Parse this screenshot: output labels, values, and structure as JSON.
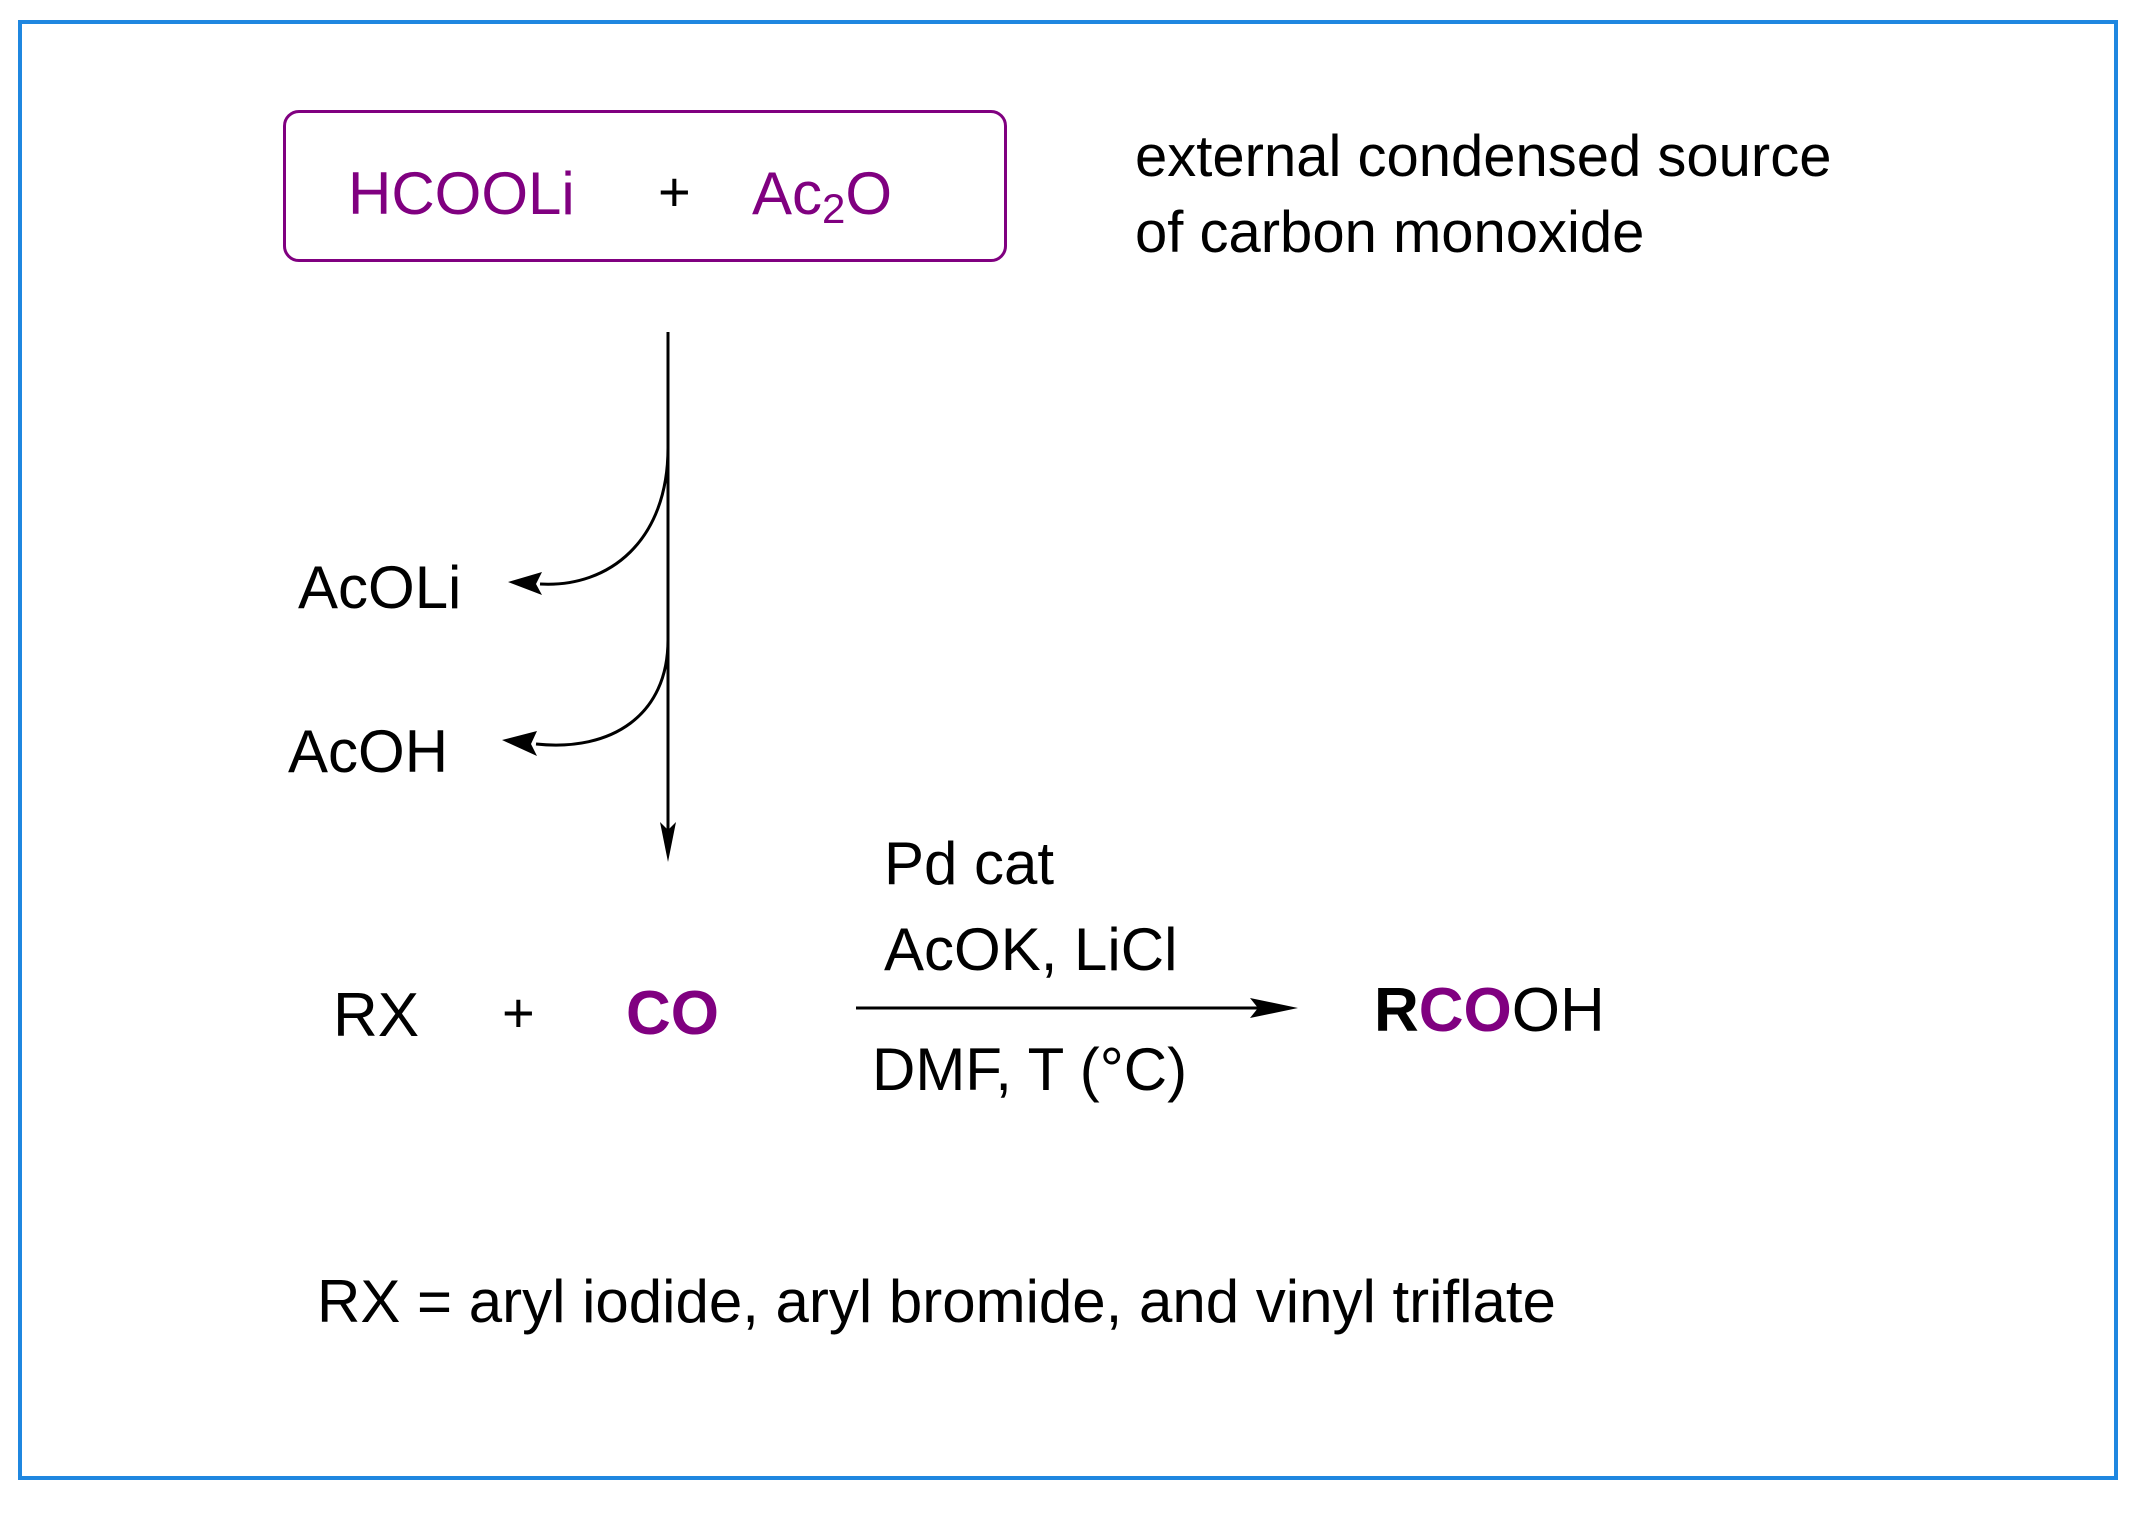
{
  "colors": {
    "frame_border": "#1f87e0",
    "accent_purple": "#800080",
    "text": "#000000"
  },
  "source_box": {
    "reagent1": "HCOOLi",
    "plus": "+",
    "reagent2_base": "Ac",
    "reagent2_sub": "2",
    "reagent2_tail": "O"
  },
  "description": {
    "line1": "external condensed source",
    "line2": "of carbon monoxide"
  },
  "byproducts": {
    "first": "AcOLi",
    "second": "AcOH"
  },
  "reaction": {
    "reactant": "RX",
    "plus": "+",
    "co": "CO",
    "conditions_above_1": "Pd cat",
    "conditions_above_2": "AcOK, LiCl",
    "conditions_below": "DMF,  T (°C)",
    "product_r": "R",
    "product_co": "CO",
    "product_oh": "OH"
  },
  "footnote": "RX = aryl iodide, aryl bromide, and vinyl triflate"
}
